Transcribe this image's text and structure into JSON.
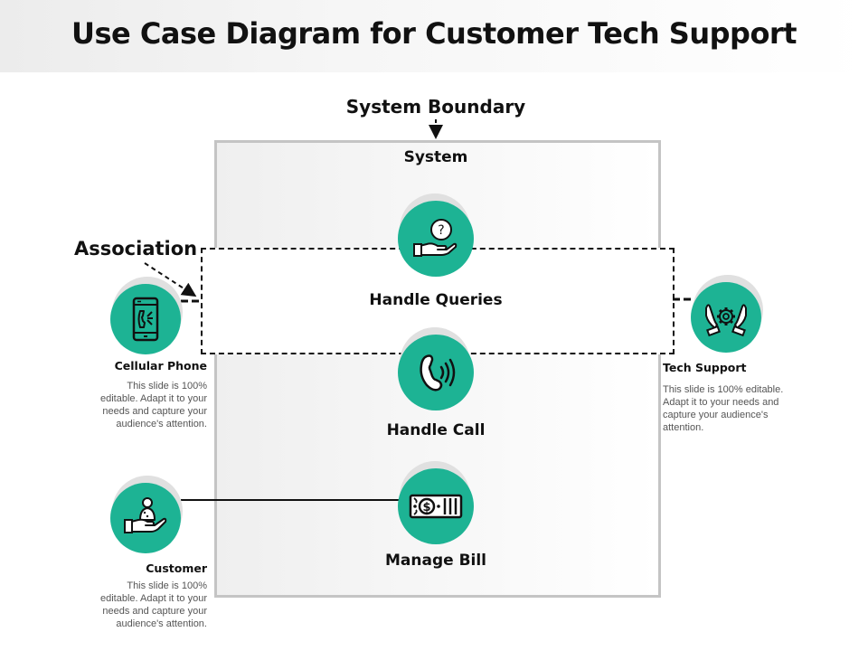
{
  "title": "Use Case Diagram for Customer Tech Support",
  "labels": {
    "system_boundary": "System Boundary",
    "system": "System",
    "association": "Association"
  },
  "colors": {
    "accent": "#1db394",
    "shadow": "#e0e0e0",
    "boundary": "#c4c4c4",
    "text": "#111111",
    "description": "#555555"
  },
  "use_cases": [
    {
      "label": "Handle Queries",
      "icon": "hand-question-icon"
    },
    {
      "label": "Handle Call",
      "icon": "phone-call-icon"
    },
    {
      "label": "Manage Bill",
      "icon": "money-bill-icon"
    }
  ],
  "actors": [
    {
      "name": "Cellular Phone",
      "icon": "mobile-phone-icon",
      "description": "This slide is 100% editable. Adapt it to your needs and capture your audience's attention."
    },
    {
      "name": "Customer",
      "icon": "hand-person-icon",
      "description": "This slide is 100% editable. Adapt it to your needs and capture your audience's attention."
    },
    {
      "name": "Tech Support",
      "icon": "hands-gear-icon",
      "description": "This slide is 100% editable. Adapt it to your needs and capture your audience's attention."
    }
  ]
}
